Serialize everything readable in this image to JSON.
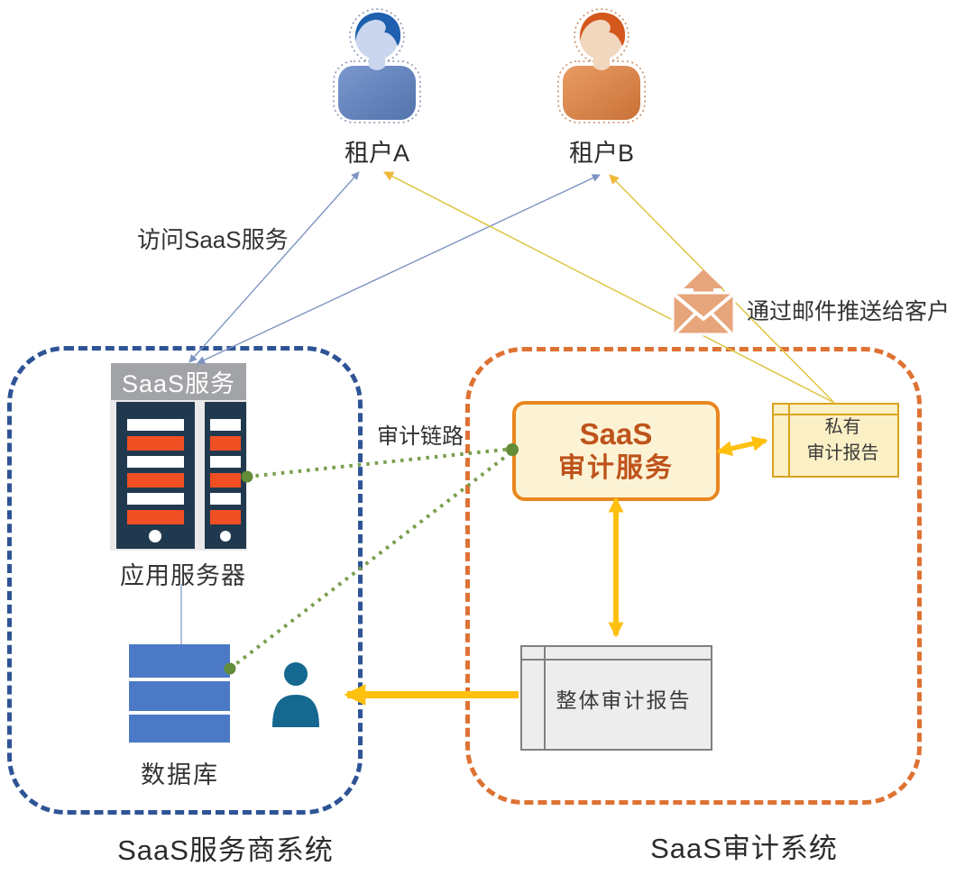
{
  "tenants": [
    {
      "label": "租户A"
    },
    {
      "label": "租户B"
    }
  ],
  "annotations": {
    "access_saas": "访问SaaS服务",
    "email_push": "通过邮件推送给客户",
    "audit_link": "审计链路"
  },
  "provider_system": {
    "label": "SaaS服务商系统",
    "saas_service": "SaaS服务",
    "app_server": "应用服务器",
    "database": "数据库"
  },
  "audit_system": {
    "label": "SaaS审计系统",
    "audit_service_line1": "SaaS",
    "audit_service_line2": "审计服务",
    "private_report_line1": "私有",
    "private_report_line2": "审计报告",
    "overall_report": "整体审计报告"
  },
  "colors": {
    "text_dark": "#3a3a3a",
    "provider_border": "#2f5496",
    "audit_border": "#de7233",
    "line_blue": "#7d93c2",
    "thin_yellow": "#e0c84e",
    "thin_yellow_head": "#efb93a",
    "arrow_yellow": "#ffc010",
    "green_line": "#7b9e4e",
    "green_dot": "#628c38",
    "server_navy": "#21394f",
    "server_stripe": "#f04f23",
    "server_bg": "#e9e9e9",
    "label_gray": "#a1a3a6",
    "db_blue": "#4b79c5",
    "person_blue": "#15688f",
    "audit_box_fill": "#fcf3d4",
    "audit_box_border": "#e8871e",
    "audit_box_text": "#be531b",
    "private_fill": "#fbefc5",
    "private_border": "#d9a31e",
    "overall_fill": "#ededed",
    "overall_border": "#808080",
    "email_orange": "#e7a57b",
    "tenant_a_hair": "#1e5fae",
    "tenant_a_face": "#c9d6ee",
    "tenant_a_body1": "#7b97ce",
    "tenant_a_body2": "#5273ac",
    "tenant_a_outline": "#8896b0",
    "tenant_b_hair": "#d4581c",
    "tenant_b_face": "#f1d7bd",
    "tenant_b_body1": "#e99c64",
    "tenant_b_body2": "#c97137",
    "tenant_b_outline": "#c98e63"
  }
}
